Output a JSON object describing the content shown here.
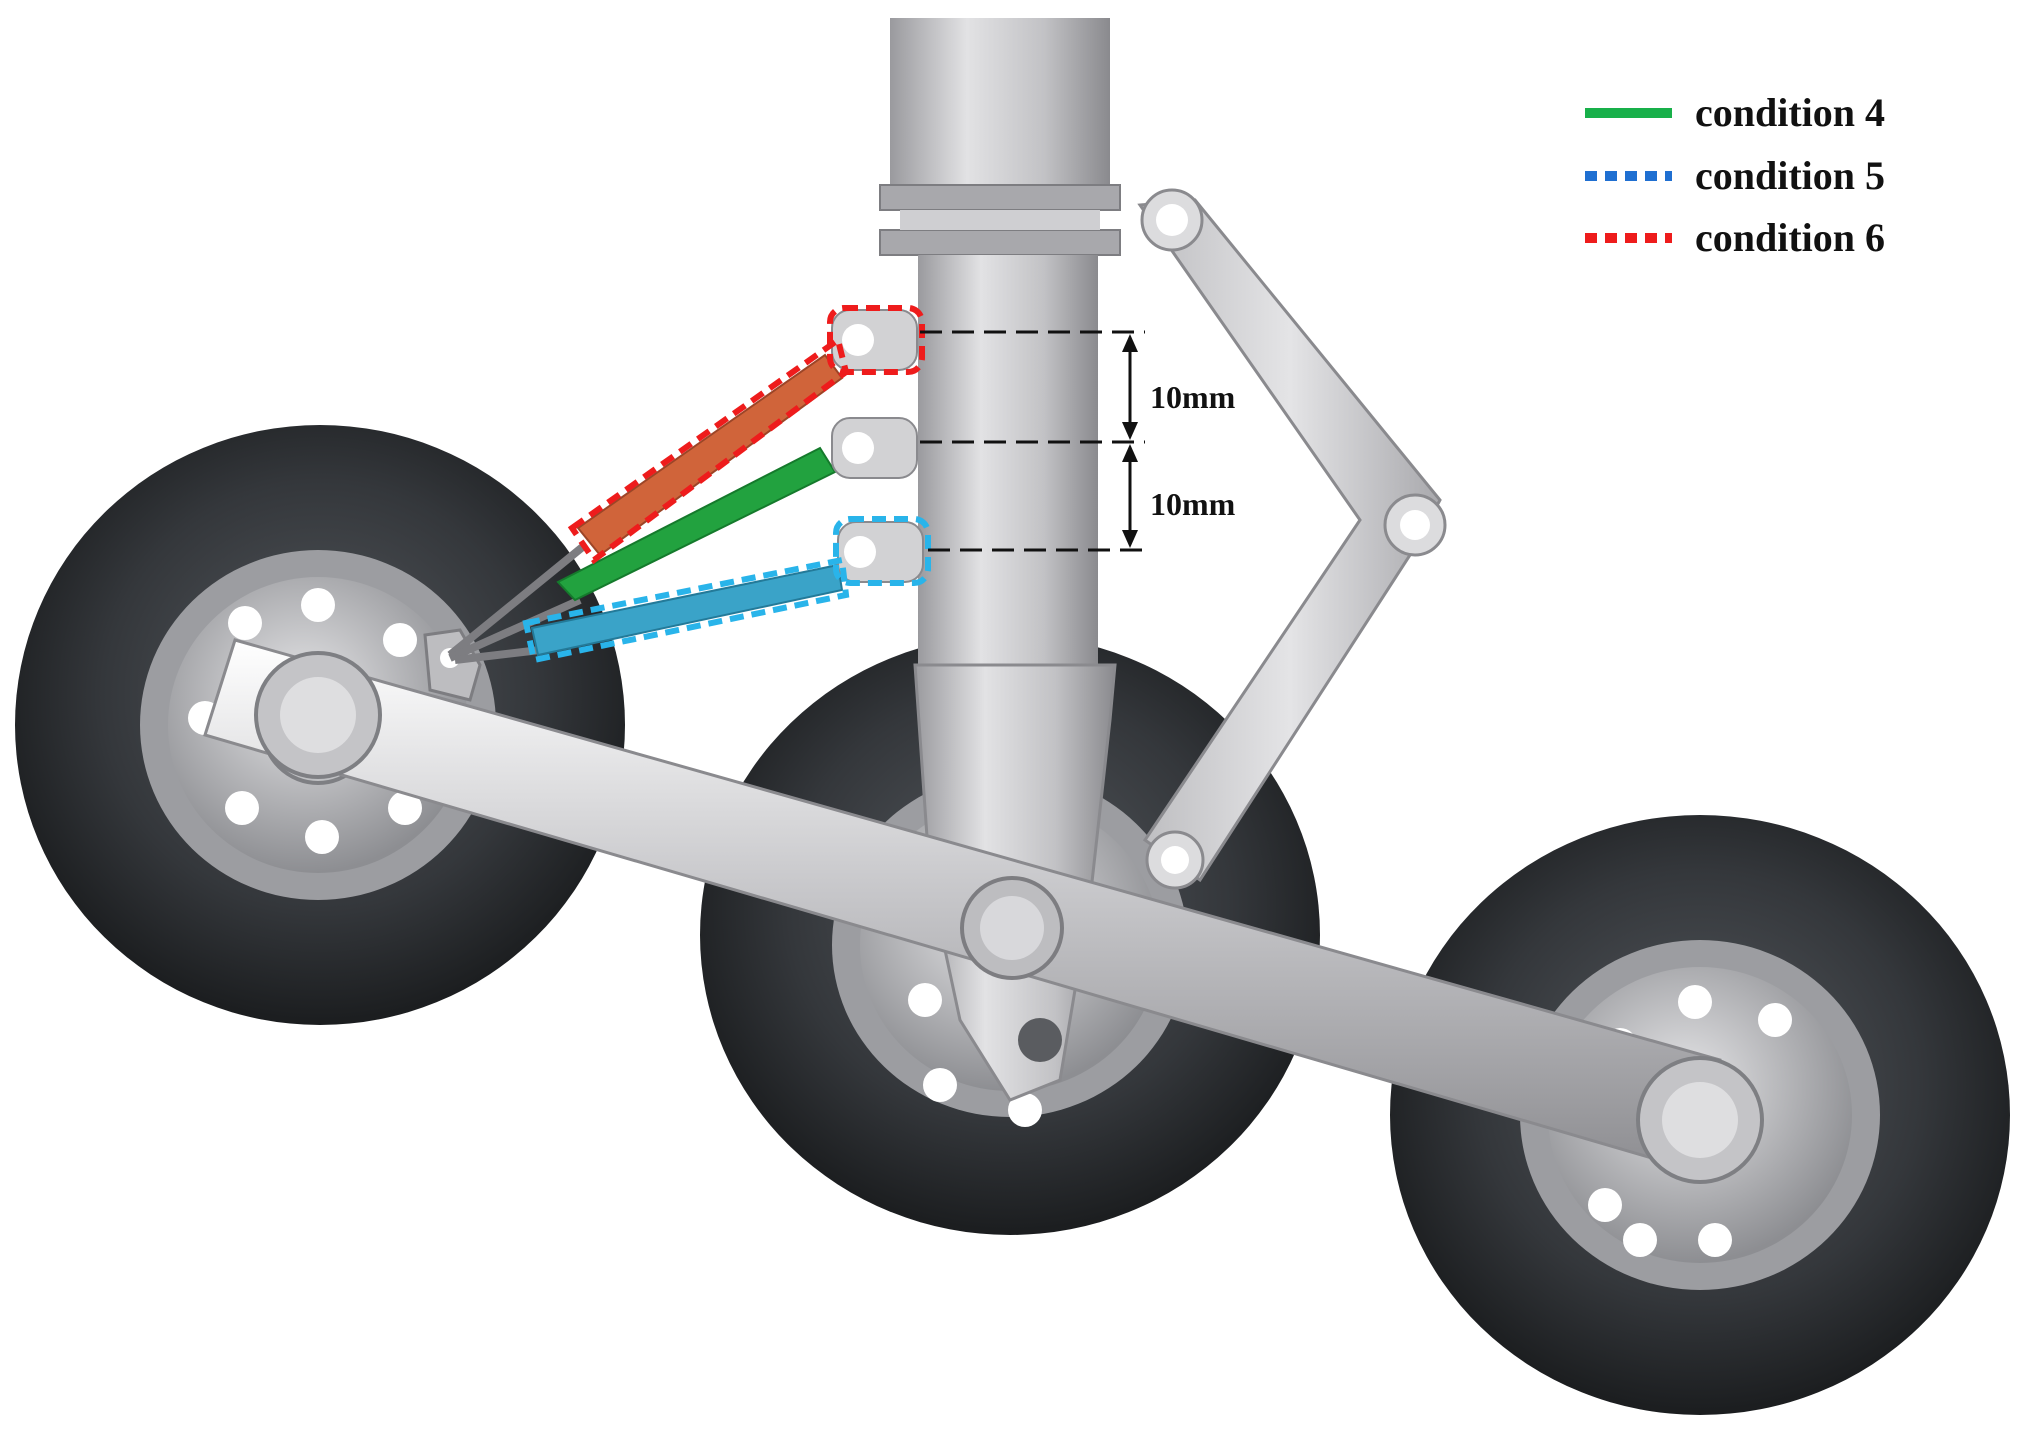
{
  "legend": {
    "items": [
      {
        "label": "condition 4",
        "color": "#18b04a",
        "style": "solid"
      },
      {
        "label": "condition 5",
        "color": "#1f6fd1",
        "style": "dotted"
      },
      {
        "label": "condition 6",
        "color": "#ee1c1c",
        "style": "dotted"
      }
    ]
  },
  "dimensions": {
    "upper": "10mm",
    "lower": "10mm"
  },
  "colors": {
    "tire": "#2b2e31",
    "metal": "#c4c4c6",
    "rod_condition_4": "#22a23f",
    "rod_condition_5": "#3aa3c8",
    "rod_condition_6": "#d0643a",
    "highlight_condition_6": "#ee1c1c",
    "highlight_condition_5": "#29b4ea"
  }
}
